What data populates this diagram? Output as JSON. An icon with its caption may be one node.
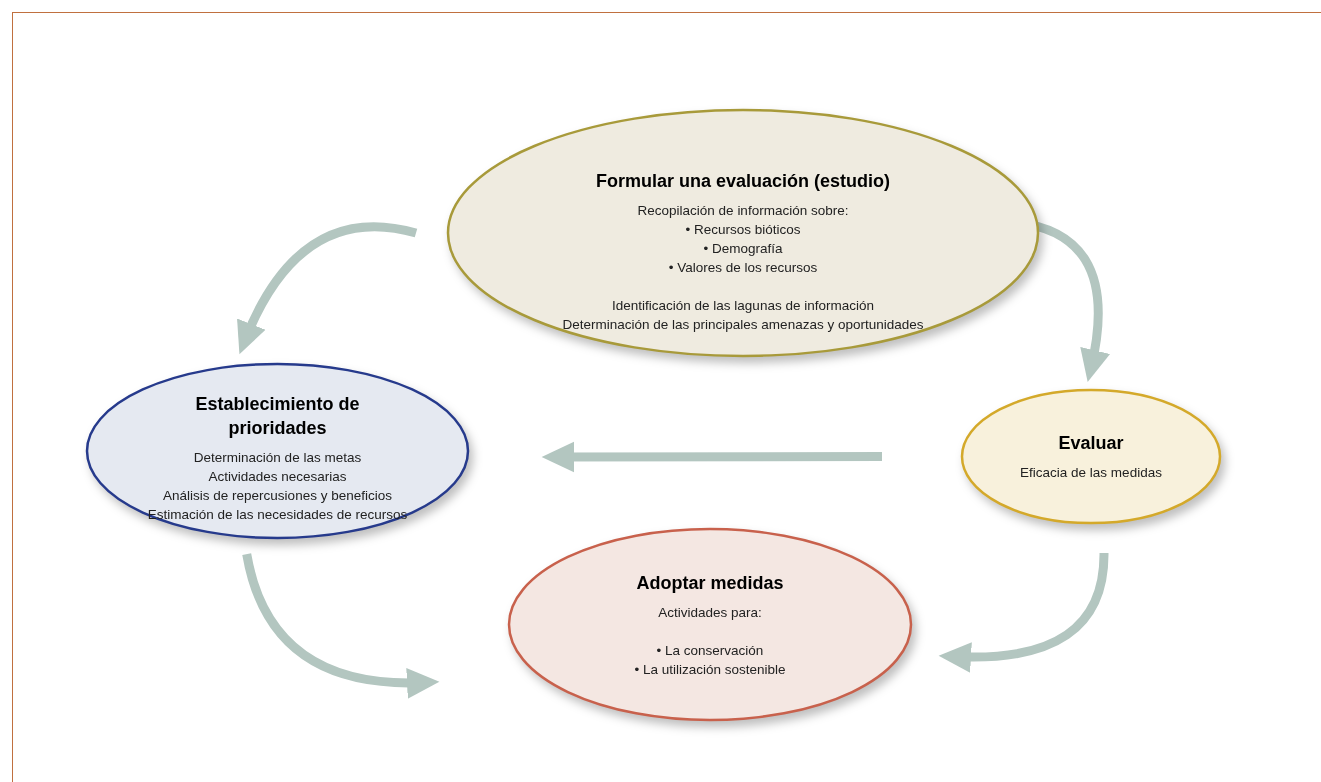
{
  "diagram": {
    "nodes": [
      {
        "text": [
          "Formular una evaluación (estudio)",
          "Recopilación de información sobre:",
          "• Recursos bióticos",
          "• Demografía",
          "• Valores de los recursos",
          "Identificación de las lagunas de información",
          "Determinación de las principales amenazas y oportunidades"
        ]
      },
      {
        "text": [
          "Establecimiento de prioridades",
          "Determinación de las metas",
          "Actividades necesarias",
          "Análisis de repercusiones y beneficios",
          "Estimación de las necesidades de recursos"
        ]
      },
      {
        "text": [
          "Evaluar",
          "Eficacia de las medidas"
        ]
      },
      {
        "text": [
          "Adoptar medidas",
          "Actividades para:",
          "• La conservación",
          "• La utilización sostenible"
        ]
      }
    ],
    "edges": [
      {
        "from": 0,
        "to": 1,
        "arrow": "to"
      },
      {
        "from": 0,
        "to": 2,
        "arrow": "to"
      },
      {
        "from": 2,
        "to": 1,
        "arrow": "to"
      },
      {
        "from": 1,
        "to": 3,
        "arrow": "to"
      },
      {
        "from": 2,
        "to": 3,
        "arrow": "to"
      }
    ]
  }
}
